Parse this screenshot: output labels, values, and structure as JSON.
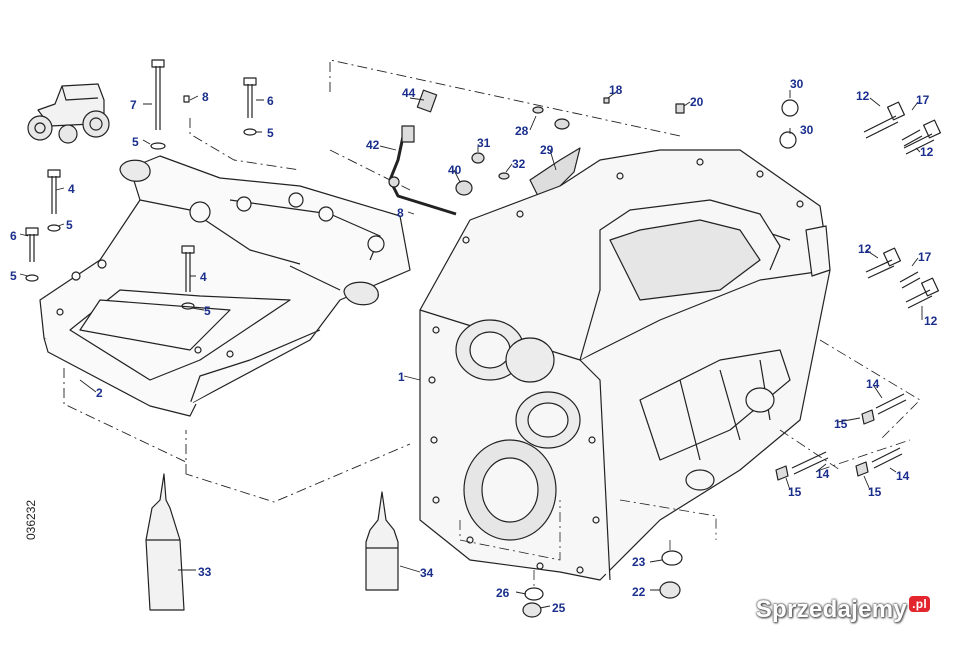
{
  "drawing_code": "036232",
  "watermark": {
    "text": "Sprzedajemy",
    "suffix": ".pl"
  },
  "callouts": [
    {
      "id": "c7a",
      "label": "7"
    },
    {
      "id": "c8a",
      "label": "8"
    },
    {
      "id": "c6a",
      "label": "6"
    },
    {
      "id": "c5a",
      "label": "5"
    },
    {
      "id": "c5b",
      "label": "5"
    },
    {
      "id": "c4a",
      "label": "4"
    },
    {
      "id": "c5c",
      "label": "5"
    },
    {
      "id": "c6b",
      "label": "6"
    },
    {
      "id": "c5d",
      "label": "5"
    },
    {
      "id": "c4b",
      "label": "4"
    },
    {
      "id": "c5e",
      "label": "5"
    },
    {
      "id": "c2",
      "label": "2"
    },
    {
      "id": "c44",
      "label": "44"
    },
    {
      "id": "c42",
      "label": "42"
    },
    {
      "id": "c8b",
      "label": "8"
    },
    {
      "id": "c31",
      "label": "31"
    },
    {
      "id": "c40",
      "label": "40"
    },
    {
      "id": "c32",
      "label": "32"
    },
    {
      "id": "c28",
      "label": "28"
    },
    {
      "id": "c29",
      "label": "29"
    },
    {
      "id": "c18",
      "label": "18"
    },
    {
      "id": "c20",
      "label": "20"
    },
    {
      "id": "c30a",
      "label": "30"
    },
    {
      "id": "c30b",
      "label": "30"
    },
    {
      "id": "c12a",
      "label": "12"
    },
    {
      "id": "c17a",
      "label": "17"
    },
    {
      "id": "c12b",
      "label": "12"
    },
    {
      "id": "c12c",
      "label": "12"
    },
    {
      "id": "c17b",
      "label": "17"
    },
    {
      "id": "c12d",
      "label": "12"
    },
    {
      "id": "c1",
      "label": "1"
    },
    {
      "id": "c14a",
      "label": "14"
    },
    {
      "id": "c15a",
      "label": "15"
    },
    {
      "id": "c14b",
      "label": "14"
    },
    {
      "id": "c15b",
      "label": "15"
    },
    {
      "id": "c14c",
      "label": "14"
    },
    {
      "id": "c15c",
      "label": "15"
    },
    {
      "id": "c33",
      "label": "33"
    },
    {
      "id": "c34",
      "label": "34"
    },
    {
      "id": "c23",
      "label": "23"
    },
    {
      "id": "c22",
      "label": "22"
    },
    {
      "id": "c26",
      "label": "26"
    },
    {
      "id": "c25",
      "label": "25"
    }
  ]
}
